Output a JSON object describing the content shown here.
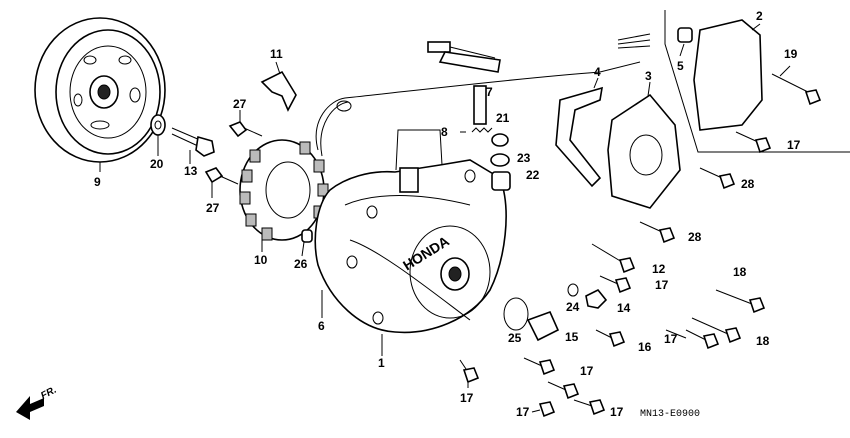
{
  "diagram": {
    "drawing_code": "MN13-E0900",
    "direction_label": "FR.",
    "callouts": [
      {
        "id": "c1",
        "text": "1"
      },
      {
        "id": "c2",
        "text": "2"
      },
      {
        "id": "c3",
        "text": "3"
      },
      {
        "id": "c4",
        "text": "4"
      },
      {
        "id": "c5",
        "text": "5"
      },
      {
        "id": "c6",
        "text": "6"
      },
      {
        "id": "c7",
        "text": "7"
      },
      {
        "id": "c8",
        "text": "8"
      },
      {
        "id": "c9",
        "text": "9"
      },
      {
        "id": "c10",
        "text": "10"
      },
      {
        "id": "c11",
        "text": "11"
      },
      {
        "id": "c12",
        "text": "12"
      },
      {
        "id": "c13",
        "text": "13"
      },
      {
        "id": "c14",
        "text": "14"
      },
      {
        "id": "c15",
        "text": "15"
      },
      {
        "id": "c16",
        "text": "16"
      },
      {
        "id": "c17a",
        "text": "17"
      },
      {
        "id": "c17b",
        "text": "17"
      },
      {
        "id": "c17c",
        "text": "17"
      },
      {
        "id": "c17d",
        "text": "17"
      },
      {
        "id": "c17e",
        "text": "17"
      },
      {
        "id": "c17f",
        "text": "17"
      },
      {
        "id": "c17g",
        "text": "17"
      },
      {
        "id": "c18a",
        "text": "18"
      },
      {
        "id": "c18b",
        "text": "18"
      },
      {
        "id": "c19",
        "text": "19"
      },
      {
        "id": "c20",
        "text": "20"
      },
      {
        "id": "c21",
        "text": "21"
      },
      {
        "id": "c22",
        "text": "22"
      },
      {
        "id": "c23",
        "text": "23"
      },
      {
        "id": "c24",
        "text": "24"
      },
      {
        "id": "c25",
        "text": "25"
      },
      {
        "id": "c26",
        "text": "26"
      },
      {
        "id": "c27a",
        "text": "27"
      },
      {
        "id": "c27b",
        "text": "27"
      },
      {
        "id": "c28a",
        "text": "28"
      },
      {
        "id": "c28b",
        "text": "28"
      }
    ],
    "cover_emboss": "HONDA"
  }
}
